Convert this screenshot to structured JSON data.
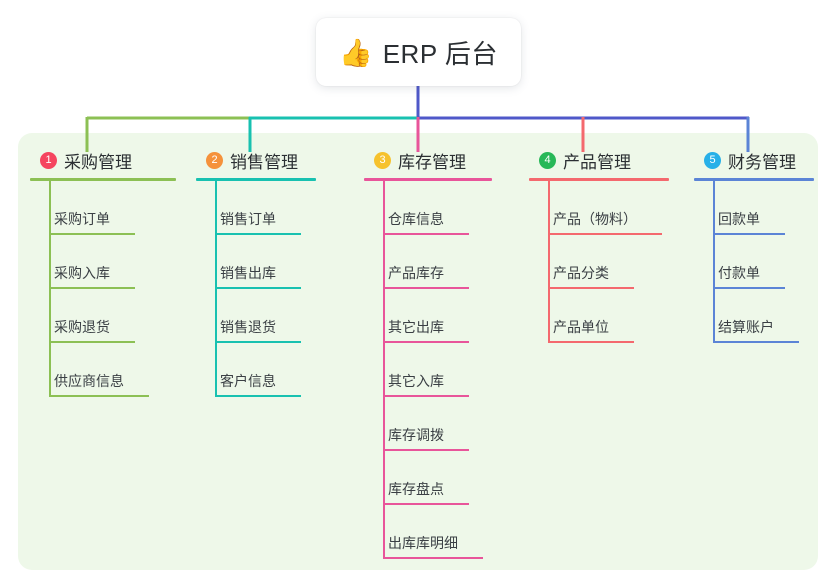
{
  "root": {
    "icon": "thumbs-up-icon",
    "emoji": "👍",
    "title": "ERP 后台"
  },
  "panel": {
    "background_color": "#eef8e9"
  },
  "connector_colors": {
    "trunk": "#4f58c9",
    "segment_green": "#8cc054",
    "segment_teal": "#18c1b0",
    "segment_blue": "#4f58c9",
    "drop_1": "#8cc054",
    "drop_2": "#18c1b0",
    "drop_3": "#e8559a",
    "drop_4": "#f4696e",
    "drop_5": "#5b84d6"
  },
  "branches": [
    {
      "number": "1",
      "title": "采购管理",
      "badge_color": "#f5455f",
      "line_color": "#8cc054",
      "items": [
        {
          "label": "采购订单"
        },
        {
          "label": "采购入库"
        },
        {
          "label": "采购退货"
        },
        {
          "label": "供应商信息"
        }
      ]
    },
    {
      "number": "2",
      "title": "销售管理",
      "badge_color": "#f5923b",
      "line_color": "#18c1b0",
      "items": [
        {
          "label": "销售订单"
        },
        {
          "label": "销售出库"
        },
        {
          "label": "销售退货"
        },
        {
          "label": "客户信息"
        }
      ]
    },
    {
      "number": "3",
      "title": "库存管理",
      "badge_color": "#f6c22d",
      "line_color": "#e8559a",
      "items": [
        {
          "label": "仓库信息"
        },
        {
          "label": "产品库存"
        },
        {
          "label": "其它出库"
        },
        {
          "label": "其它入库"
        },
        {
          "label": "库存调拨"
        },
        {
          "label": "库存盘点"
        },
        {
          "label": "出库库明细"
        }
      ]
    },
    {
      "number": "4",
      "title": "产品管理",
      "badge_color": "#27b858",
      "line_color": "#f4696e",
      "items": [
        {
          "label": "产品（物料）"
        },
        {
          "label": "产品分类"
        },
        {
          "label": "产品单位"
        }
      ]
    },
    {
      "number": "5",
      "title": "财务管理",
      "badge_color": "#27b0e8",
      "line_color": "#5b84d6",
      "items": [
        {
          "label": "回款单"
        },
        {
          "label": "付款单"
        },
        {
          "label": "结算账户"
        }
      ]
    }
  ]
}
